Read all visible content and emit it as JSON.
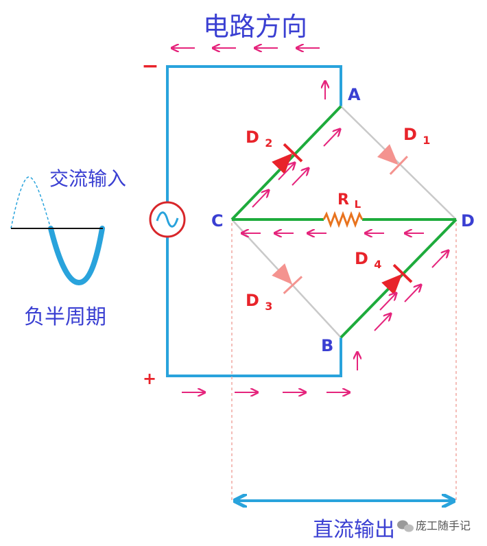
{
  "title": "电路方向",
  "labels": {
    "ac_input": "交流输入",
    "negative_half_cycle": "负半周期",
    "dc_output": "直流输出",
    "minus": "−",
    "plus": "+",
    "node_a": "A",
    "node_b": "B",
    "node_c": "C",
    "node_d": "D",
    "d1_main": "D",
    "d1_sub": "1",
    "d2_main": "D",
    "d2_sub": "2",
    "d3_main": "D",
    "d3_sub": "3",
    "d4_main": "D",
    "d4_sub": "4",
    "rl_main": "R",
    "rl_sub": "L",
    "watermark": "庞工随手记"
  },
  "colors": {
    "wire_blue": "#29a3dc",
    "wire_green": "#1eab3c",
    "wire_gray": "#c9c9c9",
    "diode_active": "#e8232a",
    "diode_inactive": "#f4938f",
    "arrow": "#e5247c",
    "label_blue": "#3a3fd2",
    "label_red": "#e8232a",
    "source_red": "#d8262a",
    "resistor": "#e8731e",
    "dashed": "#f0a7a0",
    "sine_blue": "#29a3dc"
  },
  "icons": {
    "ac_source": "ac-source-icon",
    "watermark_logo": "wechat-logo-icon"
  }
}
